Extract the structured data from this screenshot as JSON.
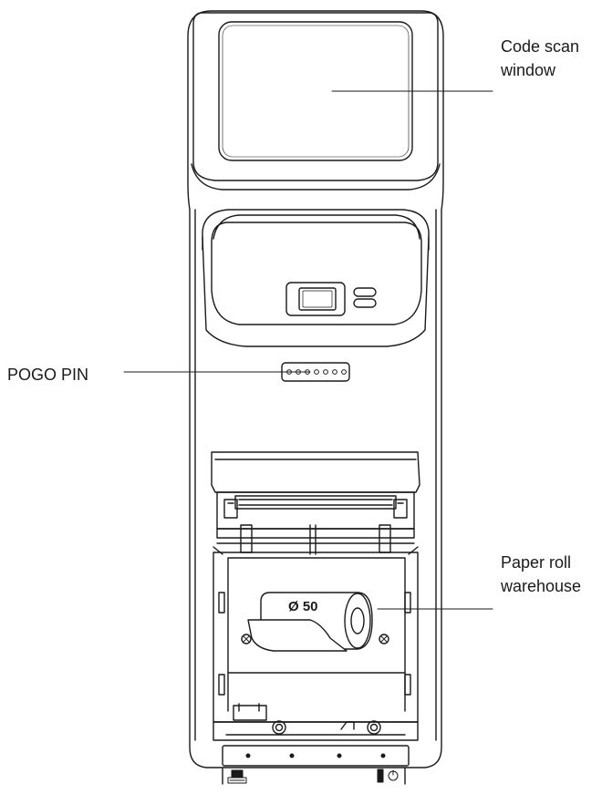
{
  "callouts": {
    "code_scan": {
      "line1": "Code scan",
      "line2": "window"
    },
    "pogo_pin": {
      "label": "POGO PIN"
    },
    "paper_roll": {
      "line1": "Paper roll",
      "line2": "warehouse"
    }
  },
  "roll_label": "Ø 50",
  "colors": {
    "stroke": "#1a1a1a",
    "background": "#ffffff"
  }
}
